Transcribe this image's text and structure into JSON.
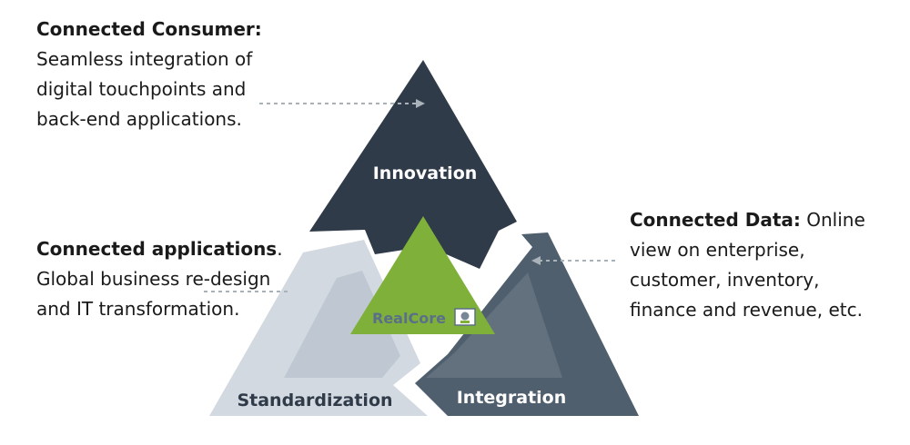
{
  "callouts": {
    "consumer": {
      "heading": "Connected Consumer:",
      "lines": [
        "Seamless integration of",
        "digital touchpoints and",
        "back-end applications."
      ]
    },
    "applications": {
      "heading": "Connected applications",
      "heading_suffix": ".",
      "lines": [
        "Global business re-design",
        "and IT transformation."
      ]
    },
    "data": {
      "heading": "Connected Data:",
      "heading_suffix": " Online",
      "lines": [
        "view on enterprise,",
        "customer, inventory,",
        "finance and revenue, etc."
      ]
    }
  },
  "segments": {
    "top": "Innovation",
    "left": "Standardization",
    "right": "Integration"
  },
  "center_logo": "RealCore",
  "colors": {
    "innovation": "#2f3b48",
    "standardization_outer": "#d3d9e1",
    "standardization_inner": "#bfc8d2",
    "integration_outer": "#4f5f6d",
    "integration_inner": "#63717e",
    "center": "#7fb03a",
    "text_dark": "#1a1a1a",
    "arrow": "#a9b1b9"
  }
}
